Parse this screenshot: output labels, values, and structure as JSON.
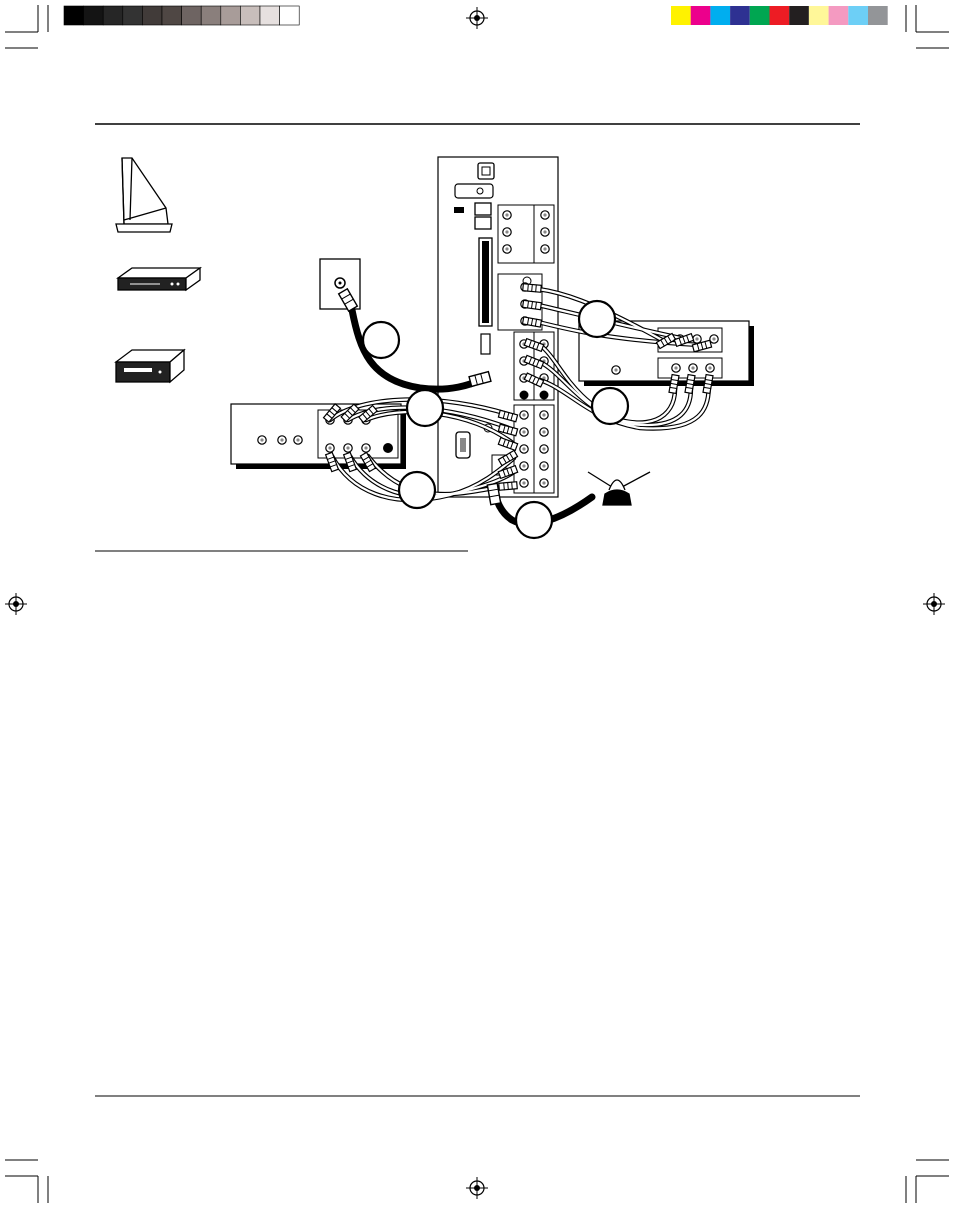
{
  "print_marks": {
    "grayscale_bar": [
      "#000000",
      "#141414",
      "#262626",
      "#333333",
      "#413b39",
      "#4f4744",
      "#6e6462",
      "#8a7f7c",
      "#a89c99",
      "#c8bebb",
      "#e6e0df",
      "#ffffff"
    ],
    "color_bar": [
      "#fff200",
      "#ec008c",
      "#00aeef",
      "#2e3192",
      "#00a651",
      "#ed1c24",
      "#231f20",
      "#fff799",
      "#f49ac1",
      "#6dcff6",
      "#939598"
    ]
  },
  "icons": {
    "tv": "rear-projection-tv-icon",
    "dvd": "dvd-player-icon",
    "vcr": "vcr-icon",
    "antenna": "rabbit-ears-antenna-icon",
    "wall_outlet": "cable-wall-outlet-icon"
  },
  "callouts": [
    {
      "id": "callout-cable-in",
      "label": ""
    },
    {
      "id": "callout-vcr-video-out",
      "label": ""
    },
    {
      "id": "callout-vcr-video-in",
      "label": ""
    },
    {
      "id": "callout-dvd-component-out",
      "label": ""
    },
    {
      "id": "callout-dvd-audio-out",
      "label": ""
    },
    {
      "id": "callout-antenna-in",
      "label": ""
    }
  ],
  "colors": {
    "ink": "#000000",
    "paper": "#ffffff",
    "jack_fill": "#888888"
  }
}
